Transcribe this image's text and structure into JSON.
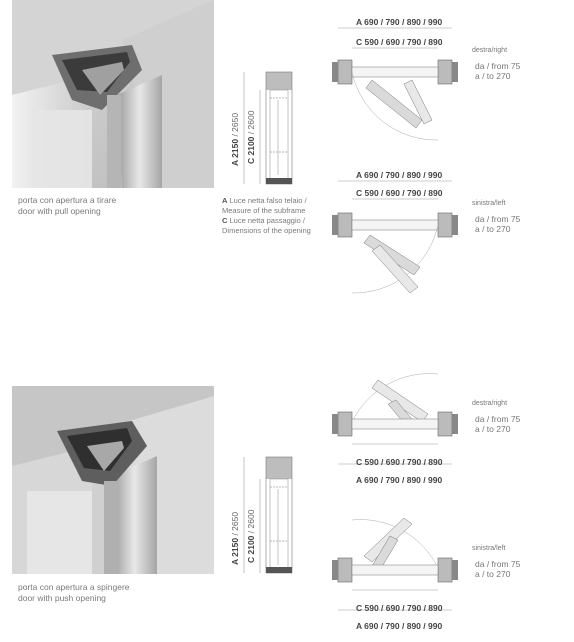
{
  "top": {
    "caption_it": "porta con apertura a tirare",
    "caption_en": "door with pull opening",
    "legend": {
      "a_letter": "A",
      "a_text": "Luce netta falso telaio / Measure of the subframe",
      "c_letter": "C",
      "c_text": "Luce netta passaggio / Dimensions of the opening"
    },
    "elevation": {
      "a_label": "A 2150",
      "a_alt": " / 2650",
      "c_label": "C 2100",
      "c_alt": " / 2600"
    },
    "plan_right": {
      "a_dims": "A 690 / 790 / 890 / 990",
      "c_dims": "C 590 / 690 / 790 / 890",
      "side": "destra/right",
      "from": "da / from 75",
      "to": "a / to 270"
    },
    "plan_left": {
      "a_dims": "A 690 / 790 / 890 / 990",
      "c_dims": "C 590 / 690 / 790 / 890",
      "side": "sinistra/left",
      "from": "da / from 75",
      "to": "a / to 270"
    }
  },
  "bottom": {
    "caption_it": "porta con apertura a spingere",
    "caption_en": "door with push opening",
    "elevation": {
      "a_label": "A 2150",
      "a_alt": " / 2650",
      "c_label": "C 2100",
      "c_alt": " / 2600"
    },
    "plan_right": {
      "side": "destra/right",
      "from": "da / from 75",
      "to": "a / to 270",
      "c_dims": "C 590 / 690 / 790 / 890",
      "a_dims": "A 690 / 790 / 890 / 990"
    },
    "plan_left": {
      "side": "sinistra/left",
      "from": "da / from 75",
      "to": "a / to 270",
      "c_dims": "C 590 / 690 / 790 / 890",
      "a_dims": "A 690 / 790 / 890 / 990"
    }
  }
}
